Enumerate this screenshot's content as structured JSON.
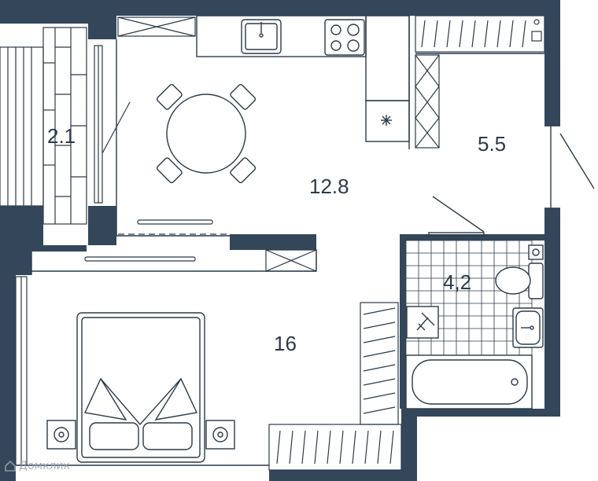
{
  "colors": {
    "wall": "#34475a",
    "line": "#2b3a4a",
    "background": "#ffffff"
  },
  "rooms": [
    {
      "id": "loggia",
      "area": "2.1"
    },
    {
      "id": "kitchen-living",
      "area": "12.8"
    },
    {
      "id": "hall",
      "area": "5.5"
    },
    {
      "id": "bathroom",
      "area": "4,2"
    },
    {
      "id": "bedroom",
      "area": "16"
    }
  ],
  "watermark": {
    "text": "Домклик",
    "icon": "house-logo-icon"
  }
}
